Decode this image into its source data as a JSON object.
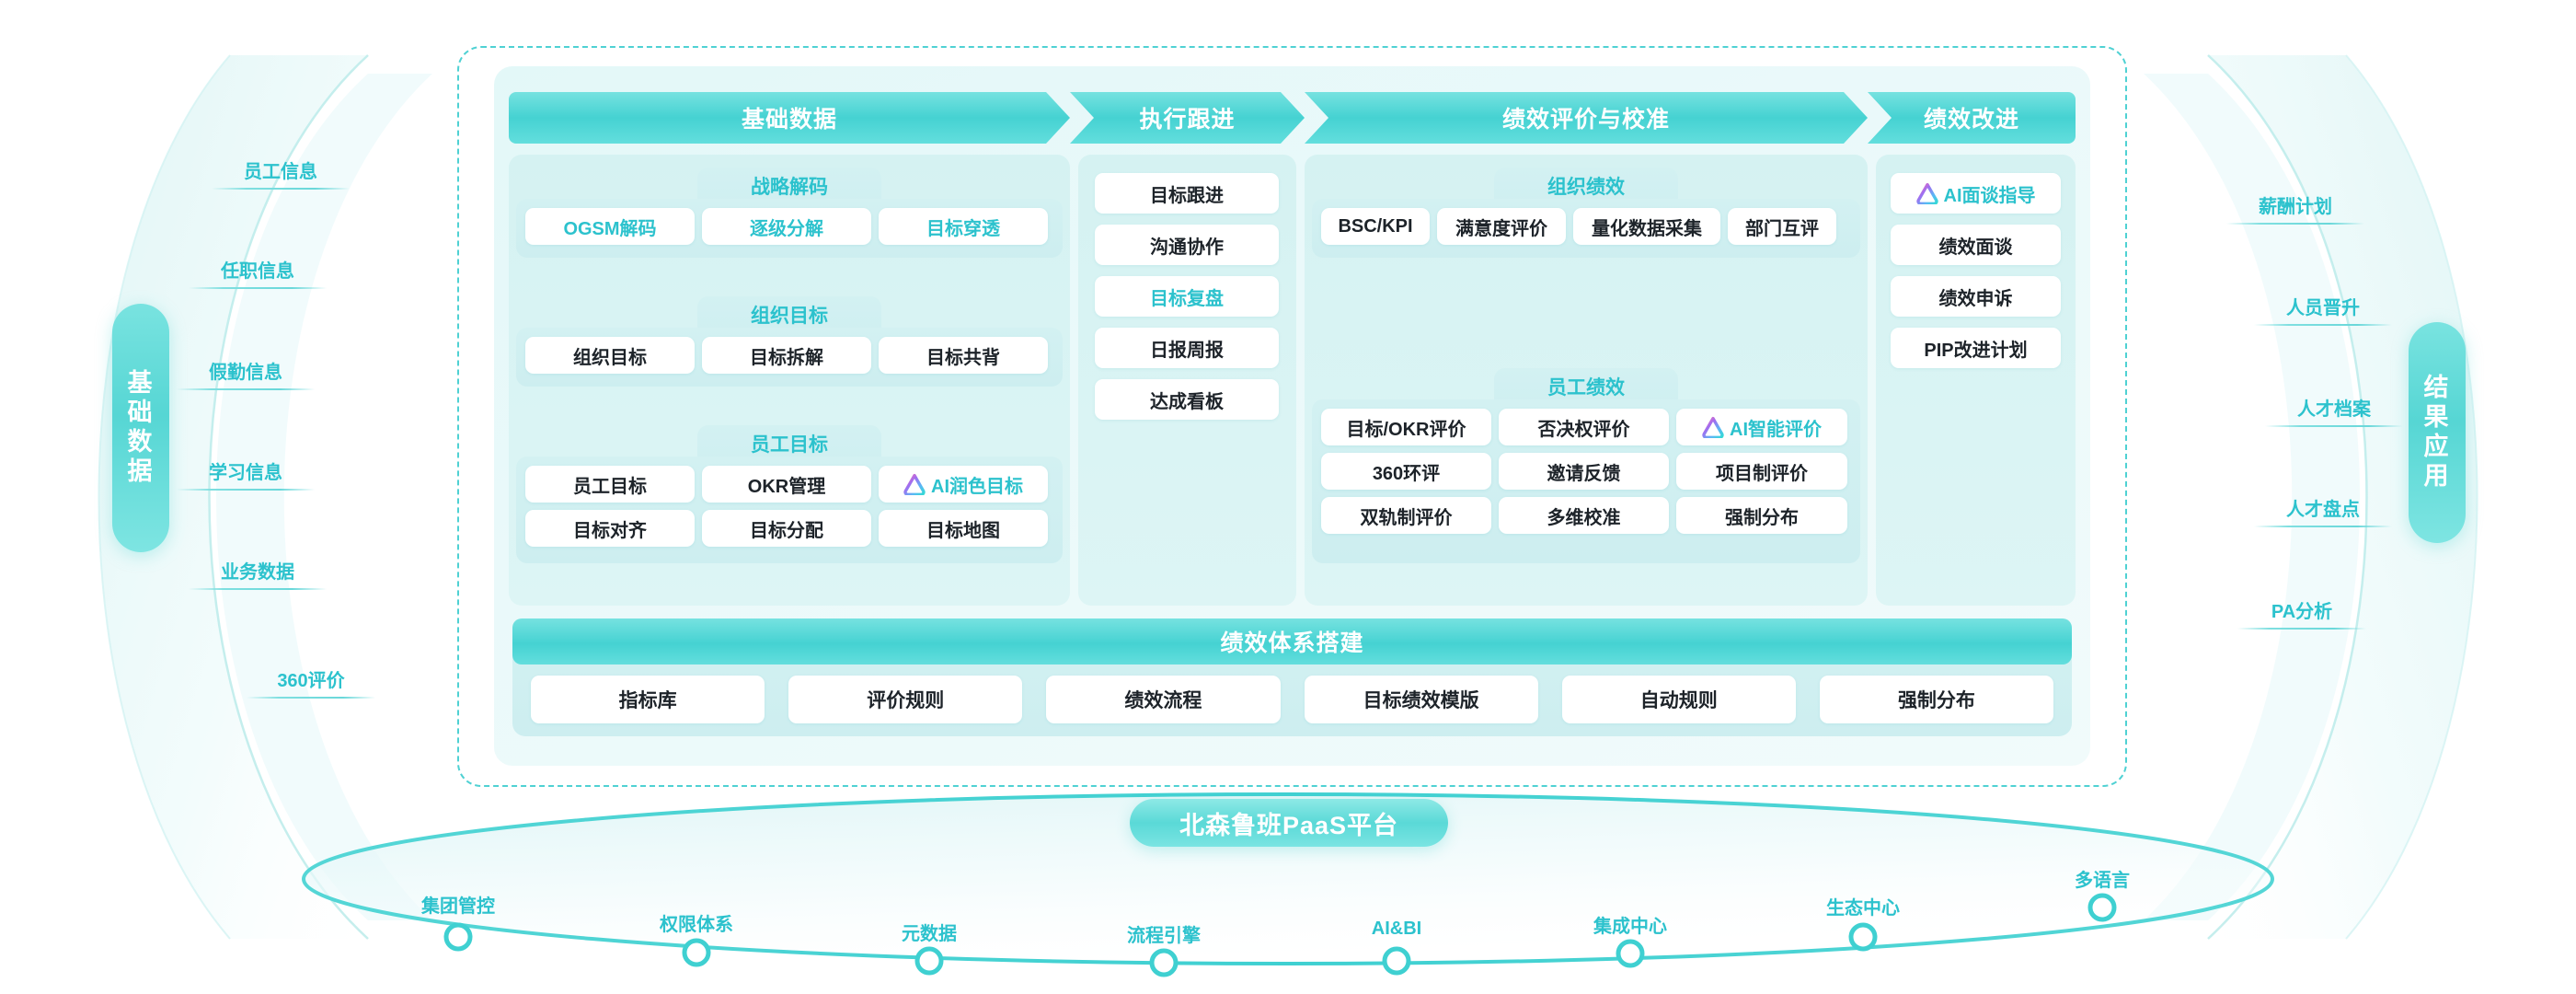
{
  "left_pill": {
    "label": "基础数据",
    "chars": [
      "基",
      "础",
      "数",
      "据"
    ]
  },
  "right_pill": {
    "label": "结果应用",
    "chars": [
      "结",
      "果",
      "应",
      "用"
    ]
  },
  "left_labels": [
    {
      "label": "员工信息"
    },
    {
      "label": "任职信息"
    },
    {
      "label": "假勤信息"
    },
    {
      "label": "学习信息"
    },
    {
      "label": "业务数据"
    },
    {
      "label": "360评价"
    }
  ],
  "right_labels": [
    {
      "label": "薪酬计划"
    },
    {
      "label": "人员晋升"
    },
    {
      "label": "人才档案"
    },
    {
      "label": "人才盘点"
    },
    {
      "label": "PA分析"
    }
  ],
  "stages": [
    {
      "header": "基础数据"
    },
    {
      "header": "执行跟进"
    },
    {
      "header": "绩效评价与校准"
    },
    {
      "header": "绩效改进"
    }
  ],
  "column1": {
    "groups": [
      {
        "title": "战略解码",
        "chips": [
          {
            "label": "OGSM解码",
            "style": "cyan",
            "ai": false
          },
          {
            "label": "逐级分解",
            "style": "cyan",
            "ai": false
          },
          {
            "label": "目标穿透",
            "style": "cyan",
            "ai": false
          }
        ]
      },
      {
        "title": "组织目标",
        "chips": [
          {
            "label": "组织目标",
            "style": "dark",
            "ai": false
          },
          {
            "label": "目标拆解",
            "style": "dark",
            "ai": false
          },
          {
            "label": "目标共背",
            "style": "dark",
            "ai": false
          }
        ]
      },
      {
        "title": "员工目标",
        "chips": [
          {
            "label": "员工目标",
            "style": "dark",
            "ai": false
          },
          {
            "label": "OKR管理",
            "style": "dark",
            "ai": false
          },
          {
            "label": "AI润色目标",
            "style": "ai",
            "ai": true
          },
          {
            "label": "目标对齐",
            "style": "dark",
            "ai": false
          },
          {
            "label": "目标分配",
            "style": "dark",
            "ai": false
          },
          {
            "label": "目标地图",
            "style": "dark",
            "ai": false
          }
        ]
      }
    ]
  },
  "column2": {
    "chips": [
      {
        "label": "目标跟进",
        "style": "dark",
        "ai": false
      },
      {
        "label": "沟通协作",
        "style": "dark",
        "ai": false
      },
      {
        "label": "目标复盘",
        "style": "cyan",
        "ai": false
      },
      {
        "label": "日报周报",
        "style": "dark",
        "ai": false
      },
      {
        "label": "达成看板",
        "style": "dark",
        "ai": false
      }
    ]
  },
  "column3": {
    "groups": [
      {
        "title": "组织绩效",
        "chips": [
          {
            "label": "BSC/KPI",
            "style": "dark",
            "ai": false
          },
          {
            "label": "满意度评价",
            "style": "dark",
            "ai": false
          },
          {
            "label": "量化数据采集",
            "style": "dark",
            "ai": false
          },
          {
            "label": "部门互评",
            "style": "dark",
            "ai": false
          }
        ]
      },
      {
        "title": "员工绩效",
        "chips": [
          {
            "label": "目标/OKR评价",
            "style": "dark",
            "ai": false
          },
          {
            "label": "否决权评价",
            "style": "dark",
            "ai": false
          },
          {
            "label": "AI智能评价",
            "style": "ai",
            "ai": true
          },
          {
            "label": "360环评",
            "style": "dark",
            "ai": false
          },
          {
            "label": "邀请反馈",
            "style": "dark",
            "ai": false
          },
          {
            "label": "项目制评价",
            "style": "dark",
            "ai": false
          },
          {
            "label": "双轨制评价",
            "style": "dark",
            "ai": false
          },
          {
            "label": "多维校准",
            "style": "dark",
            "ai": false
          },
          {
            "label": "强制分布",
            "style": "dark",
            "ai": false
          }
        ]
      }
    ]
  },
  "column4": {
    "chips": [
      {
        "label": "AI面谈指导",
        "style": "ai",
        "ai": true
      },
      {
        "label": "绩效面谈",
        "style": "dark",
        "ai": false
      },
      {
        "label": "绩效申诉",
        "style": "dark",
        "ai": false
      },
      {
        "label": "PIP改进计划",
        "style": "dark",
        "ai": false
      }
    ]
  },
  "band": {
    "title": "绩效体系搭建",
    "chips": [
      {
        "label": "指标库"
      },
      {
        "label": "评价规则"
      },
      {
        "label": "绩效流程"
      },
      {
        "label": "目标绩效模版"
      },
      {
        "label": "自动规则"
      },
      {
        "label": "强制分布"
      }
    ]
  },
  "paas": {
    "label": "北森鲁班PaaS平台"
  },
  "platform_nodes": [
    {
      "label": "集团管控"
    },
    {
      "label": "权限体系"
    },
    {
      "label": "元数据"
    },
    {
      "label": "流程引擎"
    },
    {
      "label": "AI&BI"
    },
    {
      "label": "集成中心"
    },
    {
      "label": "生态中心"
    },
    {
      "label": "多语言"
    }
  ],
  "colors": {
    "accent": "#2cc2cd",
    "accent_light": "#4fd1d3",
    "pill": "#56d6d4",
    "panel_bg": "#e3f8f8",
    "group_bg": "#d3f1f2",
    "chip_bg": "#ffffff",
    "chip_text": "#1d2329"
  }
}
